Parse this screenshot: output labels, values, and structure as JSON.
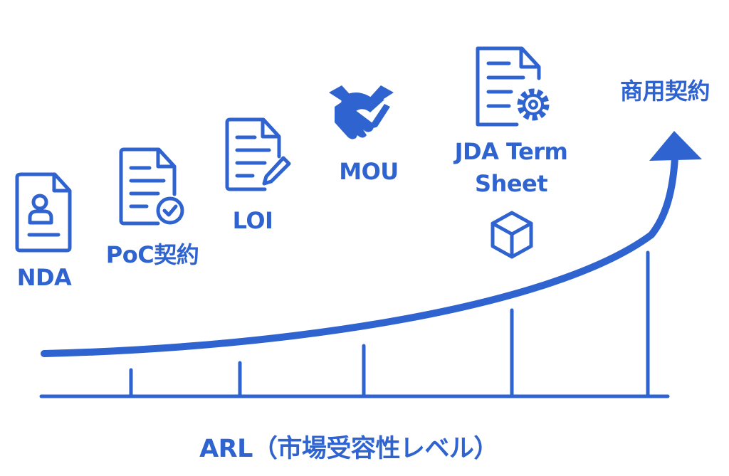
{
  "colors": {
    "accent": "#2f63d0"
  },
  "stages": [
    {
      "label": "NDA",
      "icon": "document-person-icon"
    },
    {
      "label": "PoC契約",
      "icon": "document-check-icon"
    },
    {
      "label": "LOI",
      "icon": "document-pen-icon"
    },
    {
      "label": "MOU",
      "icon": "handshake-icon"
    },
    {
      "label_line1": "JDA Term",
      "label_line2": "Sheet",
      "icon": "document-gear-icon",
      "extra_icon": "cube-icon"
    },
    {
      "label": "商用契約",
      "icon": "arrow-up-icon"
    }
  ],
  "axis_label": "ARL（市場受容性レベル）"
}
